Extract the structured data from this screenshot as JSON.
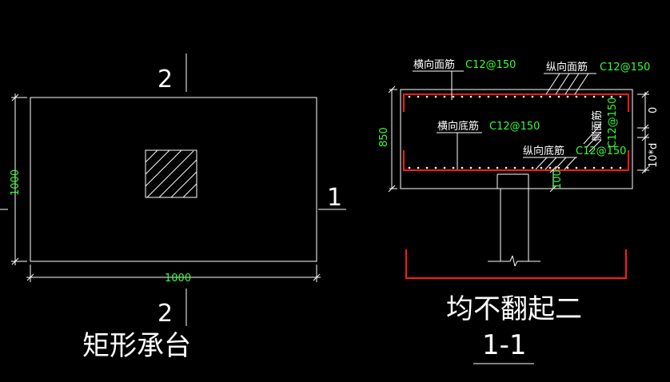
{
  "plan": {
    "title": "矩形承台",
    "section_mark_top": "2",
    "section_mark_bottom": "2",
    "section_mark_right": "1",
    "width_dim": "1000",
    "height_dim": "1000"
  },
  "section": {
    "title": "1-1",
    "note": "均不翻起二",
    "height_dim": "850",
    "cover_dim": "100",
    "right_dim_top": "0",
    "right_dim_bottom": "10*d",
    "labels": {
      "top_transverse": "横向面筋",
      "top_transverse_spec": "C12@150",
      "top_longitudinal": "纵向面筋",
      "top_longitudinal_spec": "C12@150",
      "bottom_transverse": "横向底筋",
      "bottom_transverse_spec": "C12@150",
      "bottom_longitudinal": "纵向底筋",
      "bottom_longitudinal_spec": "C12@150",
      "side_bar": "侧面筋",
      "side_bar_spec": "C12@150"
    }
  },
  "colors": {
    "background": "#000000",
    "line": "#ffffff",
    "rebar": "#ff1a1a",
    "spec_text": "#33ff33"
  }
}
